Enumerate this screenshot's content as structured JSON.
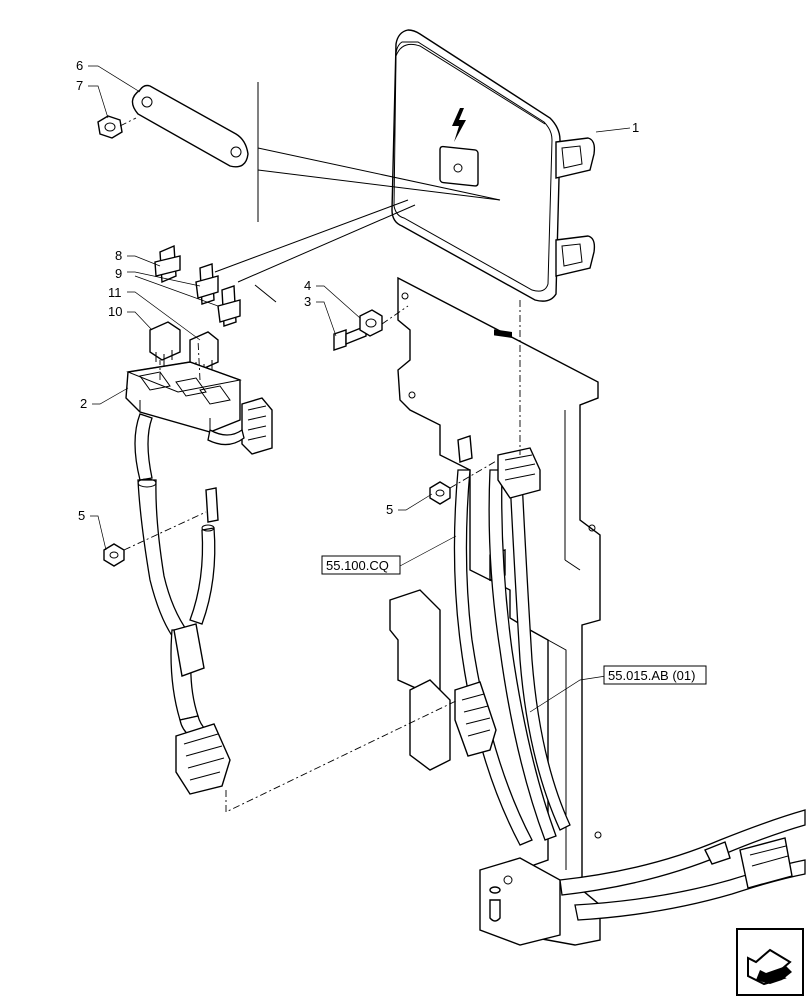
{
  "callouts": {
    "c1": "1",
    "c2": "2",
    "c3": "3",
    "c4": "4",
    "c5a": "5",
    "c5b": "5",
    "c6": "6",
    "c7": "7",
    "c8": "8",
    "c9": "9",
    "c10": "10",
    "c11": "11"
  },
  "references": {
    "ref_a": "55.100.CQ",
    "ref_b": "55.015.AB (01)"
  },
  "icons": {
    "module_symbol": "lightning-bolt-icon",
    "navigation": "next-page-arrow-icon"
  }
}
